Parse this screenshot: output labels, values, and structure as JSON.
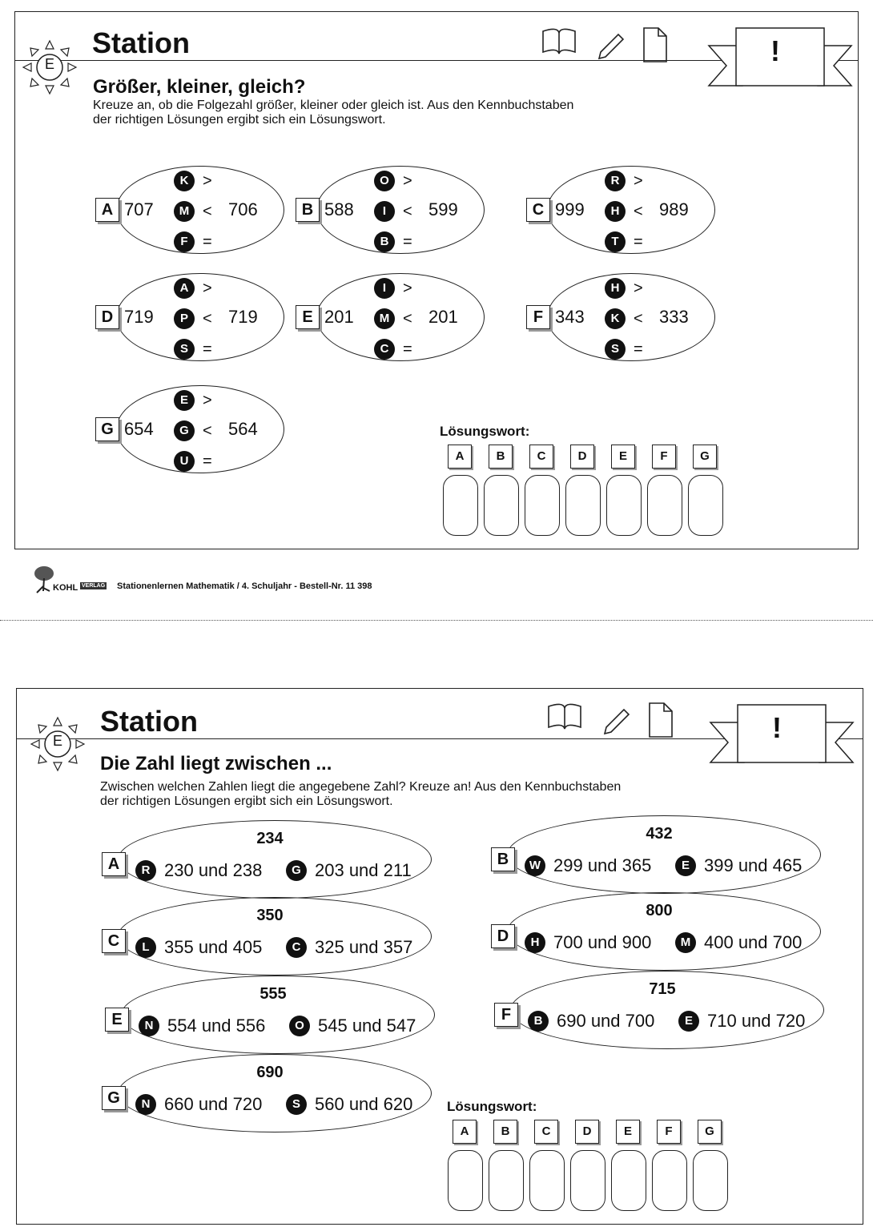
{
  "cards": [
    {
      "station_title": "Station",
      "sun_letter": "E",
      "banner_mark": "!",
      "header_icons": [
        "book-icon",
        "pencil-icon",
        "page-icon"
      ],
      "subtitle": "Größer, kleiner, gleich?",
      "instruction_1": "Kreuze an, ob die Folgezahl größer, kleiner oder gleich ist. Aus den Kennbuchstaben",
      "instruction_2": "der richtigen Lösungen ergibt sich ein Lösungswort.",
      "tasks": [
        {
          "label": "A",
          "left": "707",
          "right": "706",
          "options": [
            {
              "letter": "K",
              "sym": ">"
            },
            {
              "letter": "M",
              "sym": "<"
            },
            {
              "letter": "F",
              "sym": "="
            }
          ]
        },
        {
          "label": "B",
          "left": "588",
          "right": "599",
          "options": [
            {
              "letter": "O",
              "sym": ">"
            },
            {
              "letter": "I",
              "sym": "<"
            },
            {
              "letter": "B",
              "sym": "="
            }
          ]
        },
        {
          "label": "C",
          "left": "999",
          "right": "989",
          "options": [
            {
              "letter": "R",
              "sym": ">"
            },
            {
              "letter": "H",
              "sym": "<"
            },
            {
              "letter": "T",
              "sym": "="
            }
          ]
        },
        {
          "label": "D",
          "left": "719",
          "right": "719",
          "options": [
            {
              "letter": "A",
              "sym": ">"
            },
            {
              "letter": "P",
              "sym": "<"
            },
            {
              "letter": "S",
              "sym": "="
            }
          ]
        },
        {
          "label": "E",
          "left": "201",
          "right": "201",
          "options": [
            {
              "letter": "I",
              "sym": ">"
            },
            {
              "letter": "M",
              "sym": "<"
            },
            {
              "letter": "C",
              "sym": "="
            }
          ]
        },
        {
          "label": "F",
          "left": "343",
          "right": "333",
          "options": [
            {
              "letter": "H",
              "sym": ">"
            },
            {
              "letter": "K",
              "sym": "<"
            },
            {
              "letter": "S",
              "sym": "="
            }
          ]
        },
        {
          "label": "G",
          "left": "654",
          "right": "564",
          "options": [
            {
              "letter": "E",
              "sym": ">"
            },
            {
              "letter": "G",
              "sym": "<"
            },
            {
              "letter": "U",
              "sym": "="
            }
          ]
        }
      ],
      "solution_title": "Lösungswort:",
      "solution_letters": [
        "A",
        "B",
        "C",
        "D",
        "E",
        "F",
        "G"
      ]
    },
    {
      "station_title": "Station",
      "sun_letter": "E",
      "banner_mark": "!",
      "header_icons": [
        "book-icon",
        "pencil-icon",
        "page-icon"
      ],
      "subtitle": "Die Zahl liegt zwischen ...",
      "instruction_1": "Zwischen welchen Zahlen liegt die angegebene Zahl? Kreuze an! Aus den Kennbuchstaben",
      "instruction_2": "der richtigen Lösungen ergibt sich ein Lösungswort.",
      "tasks": [
        {
          "label": "A",
          "target": "234",
          "options": [
            {
              "letter": "R",
              "text": "230 und 238"
            },
            {
              "letter": "G",
              "text": "203 und 211"
            }
          ]
        },
        {
          "label": "B",
          "target": "432",
          "options": [
            {
              "letter": "W",
              "text": "299 und 365"
            },
            {
              "letter": "E",
              "text": "399 und 465"
            }
          ]
        },
        {
          "label": "C",
          "target": "350",
          "options": [
            {
              "letter": "L",
              "text": "355 und 405"
            },
            {
              "letter": "C",
              "text": "325 und 357"
            }
          ]
        },
        {
          "label": "D",
          "target": "800",
          "options": [
            {
              "letter": "H",
              "text": "700 und 900"
            },
            {
              "letter": "M",
              "text": "400 und 700"
            }
          ]
        },
        {
          "label": "E",
          "target": "555",
          "options": [
            {
              "letter": "N",
              "text": "554 und 556"
            },
            {
              "letter": "O",
              "text": "545 und 547"
            }
          ]
        },
        {
          "label": "F",
          "target": "715",
          "options": [
            {
              "letter": "B",
              "text": "690 und 700"
            },
            {
              "letter": "E",
              "text": "710 und 720"
            }
          ]
        },
        {
          "label": "G",
          "target": "690",
          "options": [
            {
              "letter": "N",
              "text": "660 und 720"
            },
            {
              "letter": "S",
              "text": "560 und 620"
            }
          ]
        }
      ],
      "solution_title": "Lösungswort:",
      "solution_letters": [
        "A",
        "B",
        "C",
        "D",
        "E",
        "F",
        "G"
      ]
    }
  ],
  "footer": {
    "publisher": "KOHL",
    "publisher_sub": "VERLAG",
    "text": "Stationenlernen Mathematik  /  4. Schuljahr   -   Bestell-Nr. 11 398"
  }
}
